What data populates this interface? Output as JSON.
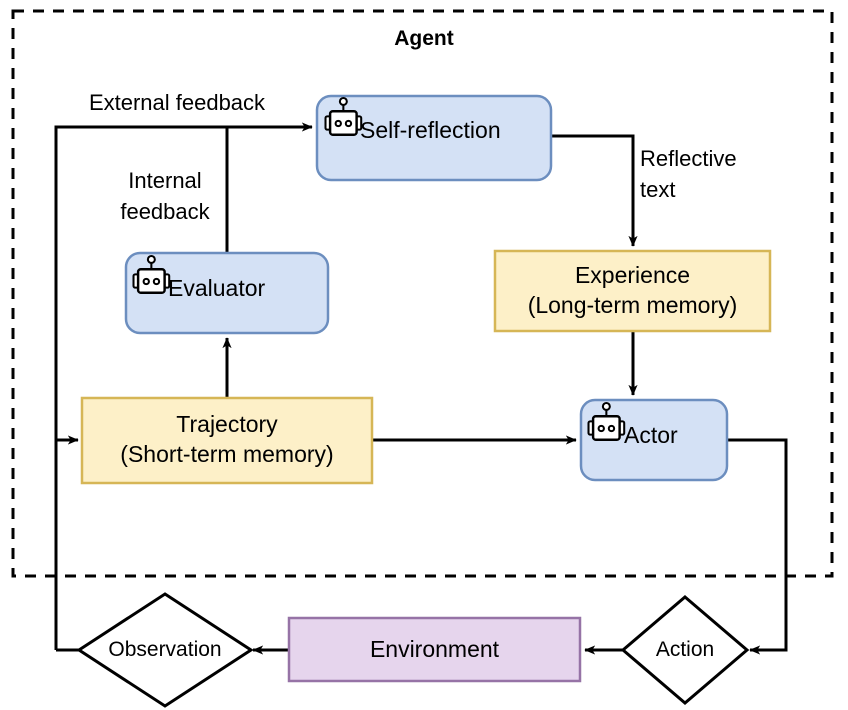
{
  "diagram": {
    "boundary": {
      "title": "Agent",
      "style": "dashed"
    },
    "colors": {
      "process_fill": "#d4e1f5",
      "process_stroke": "#6c8ebf",
      "memory_fill": "#fdf0c8",
      "memory_stroke": "#d6b656",
      "environment_fill": "#e6d5ed",
      "environment_stroke": "#9673a6",
      "decision_fill": "#ffffff",
      "decision_stroke": "#000000",
      "edge": "#000000"
    },
    "nodes": {
      "self_reflection": {
        "label": "Self-reflection",
        "icon": "robot-icon",
        "type": "process"
      },
      "evaluator": {
        "label": "Evaluator",
        "icon": "robot-icon",
        "type": "process"
      },
      "actor": {
        "label": "Actor",
        "icon": "robot-icon",
        "type": "process"
      },
      "experience": {
        "line1": "Experience",
        "line2": "(Long-term memory)",
        "type": "memory"
      },
      "trajectory": {
        "line1": "Trajectory",
        "line2": "(Short-term memory)",
        "type": "memory"
      },
      "environment": {
        "label": "Environment",
        "type": "environment"
      },
      "observation": {
        "label": "Observation",
        "type": "decision"
      },
      "action": {
        "label": "Action",
        "type": "decision"
      }
    },
    "edges": {
      "external_feedback": {
        "label": "External feedback"
      },
      "internal_feedback": {
        "line1": "Internal",
        "line2": "feedback"
      },
      "reflective_text": {
        "line1": "Reflective",
        "line2": "text"
      }
    }
  }
}
